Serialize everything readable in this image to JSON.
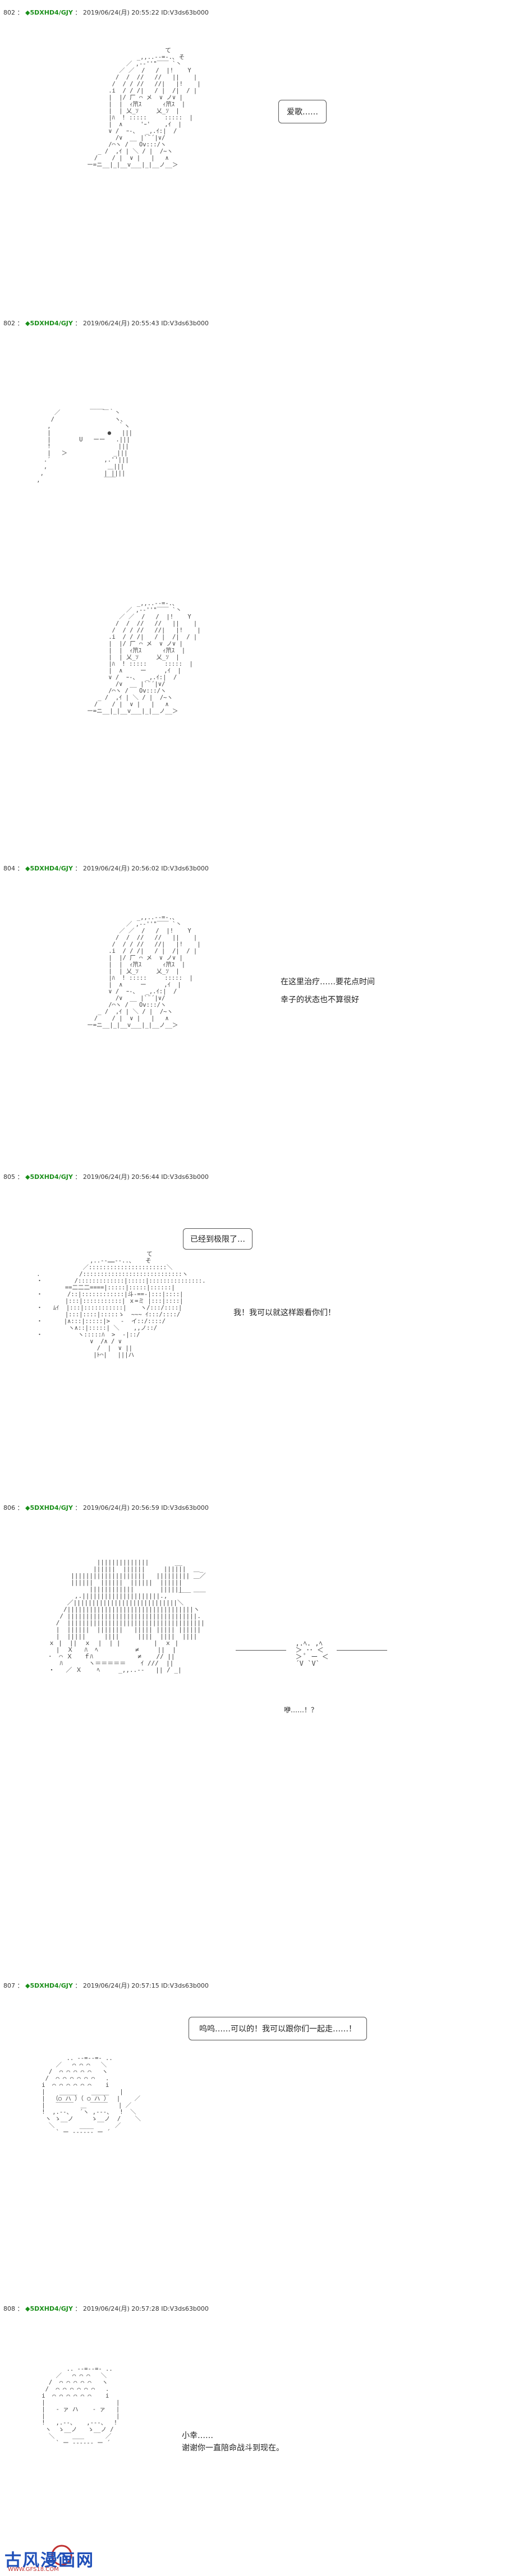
{
  "posts": [
    {
      "num": "802",
      "name": "◆5DXHD4/GJY",
      "date": "2019/06/24(月) 20:55:22",
      "id": "ID:V3ds63b000",
      "lines": [
        "爱歌……"
      ]
    },
    {
      "num": "802",
      "name": "◆5DXHD4/GJY",
      "date": "2019/06/24(月) 20:55:43",
      "id": "ID:V3ds63b000",
      "lines": []
    },
    {
      "num": "804",
      "name": "◆5DXHD4/GJY",
      "date": "2019/06/24(月) 20:56:02",
      "id": "ID:V3ds63b000",
      "lines": [
        "在这里治疗……要花点时间",
        "幸子的状态也不算很好"
      ]
    },
    {
      "num": "805",
      "name": "◆5DXHD4/GJY",
      "date": "2019/06/24(月) 20:56:44",
      "id": "ID:V3ds63b000",
      "lines": [
        "已经到极限了…",
        "我！我可以就这样跟看你们！"
      ]
    },
    {
      "num": "806",
      "name": "◆5DXHD4/GJY",
      "date": "2019/06/24(月) 20:56:59",
      "id": "ID:V3ds63b000",
      "lines": [
        "咿……！？"
      ]
    },
    {
      "num": "807",
      "name": "◆5DXHD4/GJY",
      "date": "2019/06/24(月) 20:57:15",
      "id": "ID:V3ds63b000",
      "lines": [
        "呜呜……可以的！我可以跟你们一起走……！"
      ]
    },
    {
      "num": "808",
      "name": "◆5DXHD4/GJY",
      "date": "2019/06/24(月) 20:57:28",
      "id": "ID:V3ds63b000",
      "lines": [
        "小幸……",
        "谢谢你一直陪命战斗到现在。"
      ]
    }
  ],
  "watermark": {
    "text": "古风漫画网",
    "url": "WWW.GFS18.COM"
  },
  "colors": {
    "name": "#1a8f1a",
    "watermark": "#1f4fb8"
  }
}
